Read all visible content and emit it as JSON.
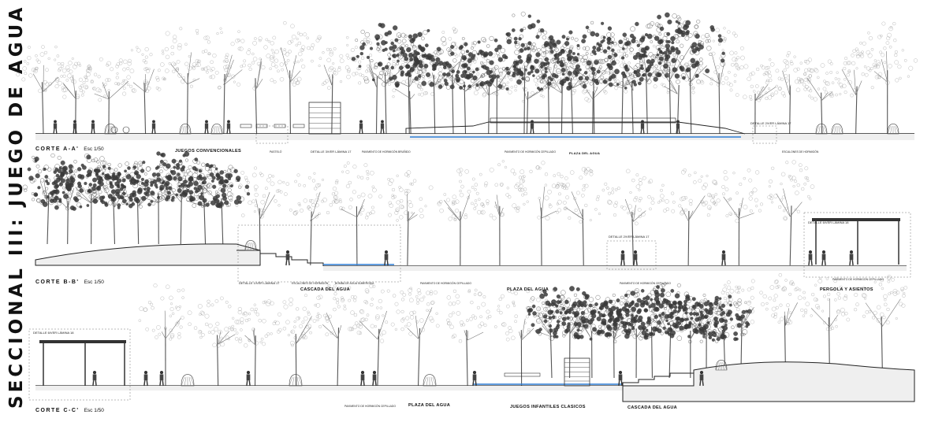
{
  "sheet": {
    "vertical_title": "SECCIONAL III: JUEGO DE AGUA INFANTIL"
  },
  "sections": [
    {
      "id": "A",
      "label": "CORTE A-A'",
      "scale": "Esc 1/50",
      "zones": [
        "JUEGOS CONVENCIONALES",
        "PLAZA DEL AGUA"
      ],
      "notes": [
        "PASTELÓ",
        "PAVIMENTO DE HORMIGÓN BRUÑIDO",
        "PAVIMENTO DE HORMIGÓN CEPILLADO",
        "ESCALONES DE HORMIGÓN"
      ],
      "details": [
        "DETALLE 3/VER LÁMINA 17",
        "DETALLE 2/VER LÁMINA 17"
      ]
    },
    {
      "id": "B",
      "label": "CORTE B-B'",
      "scale": "Esc 1/50",
      "zones": [
        "CASCADA DEL AGUA",
        "PLAZA DEL AGUA",
        "PERGOLA Y ASIENTOS"
      ],
      "notes": [
        "ESCALONES DE HORMIGÓN",
        "BOMBA DE AGUA SUMERGIDA",
        "PAVIMENTO DE HORMIGÓN CEPILLADO",
        "PAVIMENTO DE HORMIGÓN CEPILLADO",
        "PAVIMENTO DE HORMIGÓN CEPILLADO"
      ],
      "details": [
        "DETALLE 1/VER LÁMINA 17",
        "DETALLE 2/VER LÁMINA 17",
        "DETALLE 6/VER LÁMINA 18"
      ]
    },
    {
      "id": "C",
      "label": "CORTE C-C'",
      "scale": "Esc 1/50",
      "zones": [
        "PLAZA DEL AGUA",
        "JUEGOS INFANTILES CLASICOS",
        "CASCADA DEL AGUA"
      ],
      "notes": [
        "PAVIMENTO DE HORMIGÓN CEPILLADO"
      ],
      "details": [
        "DETALLE 6/VER LÁMINA 18"
      ]
    }
  ],
  "colors": {
    "ink": "#222222",
    "water": "#2f7fd6",
    "foliage": "#3a3a3a",
    "ground_fill": "#efefef"
  }
}
